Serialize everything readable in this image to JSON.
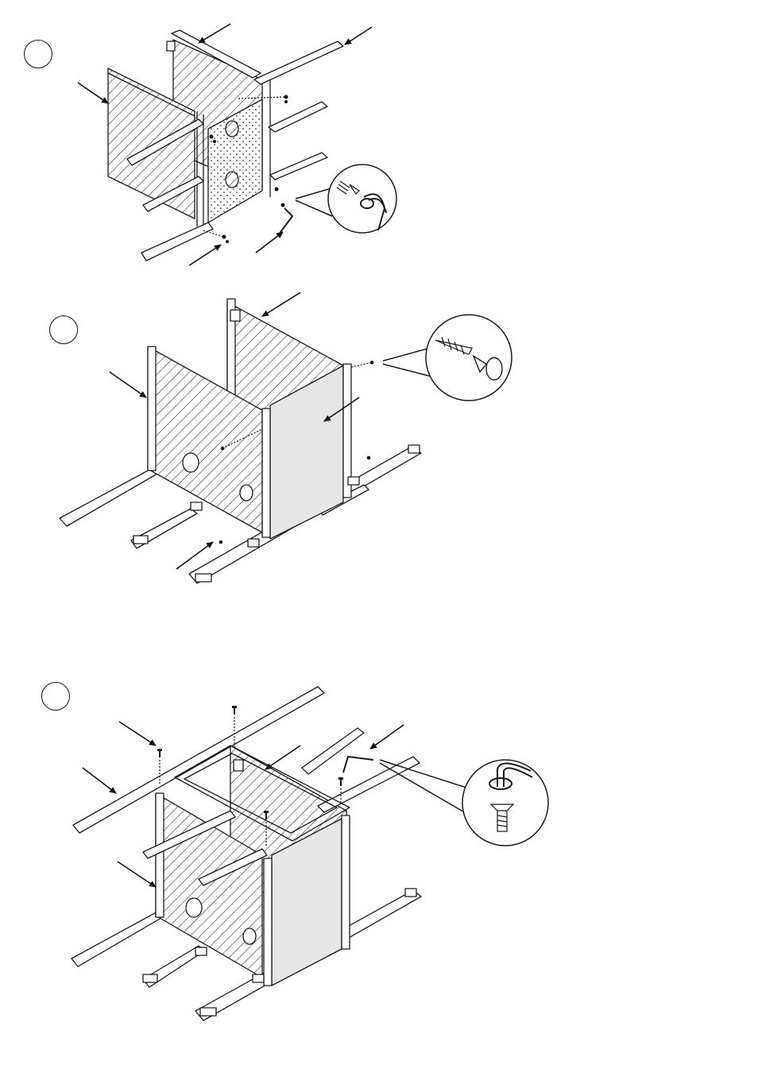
{
  "page": {
    "background": "#ffffff",
    "line_color": "#1a1a1a",
    "panel_fill": "#e6e6e6"
  },
  "steps": [
    {
      "number": "",
      "icons": [
        "arrow-icon",
        "screw-icon",
        "hex-key-icon",
        "magnifier-callout"
      ]
    },
    {
      "number": "",
      "icons": [
        "arrow-icon",
        "wood-screw-icon",
        "screwdriver-icon",
        "magnifier-callout"
      ]
    },
    {
      "number": "",
      "icons": [
        "arrow-icon",
        "bolt-icon",
        "hex-key-icon",
        "magnifier-callout"
      ]
    }
  ]
}
